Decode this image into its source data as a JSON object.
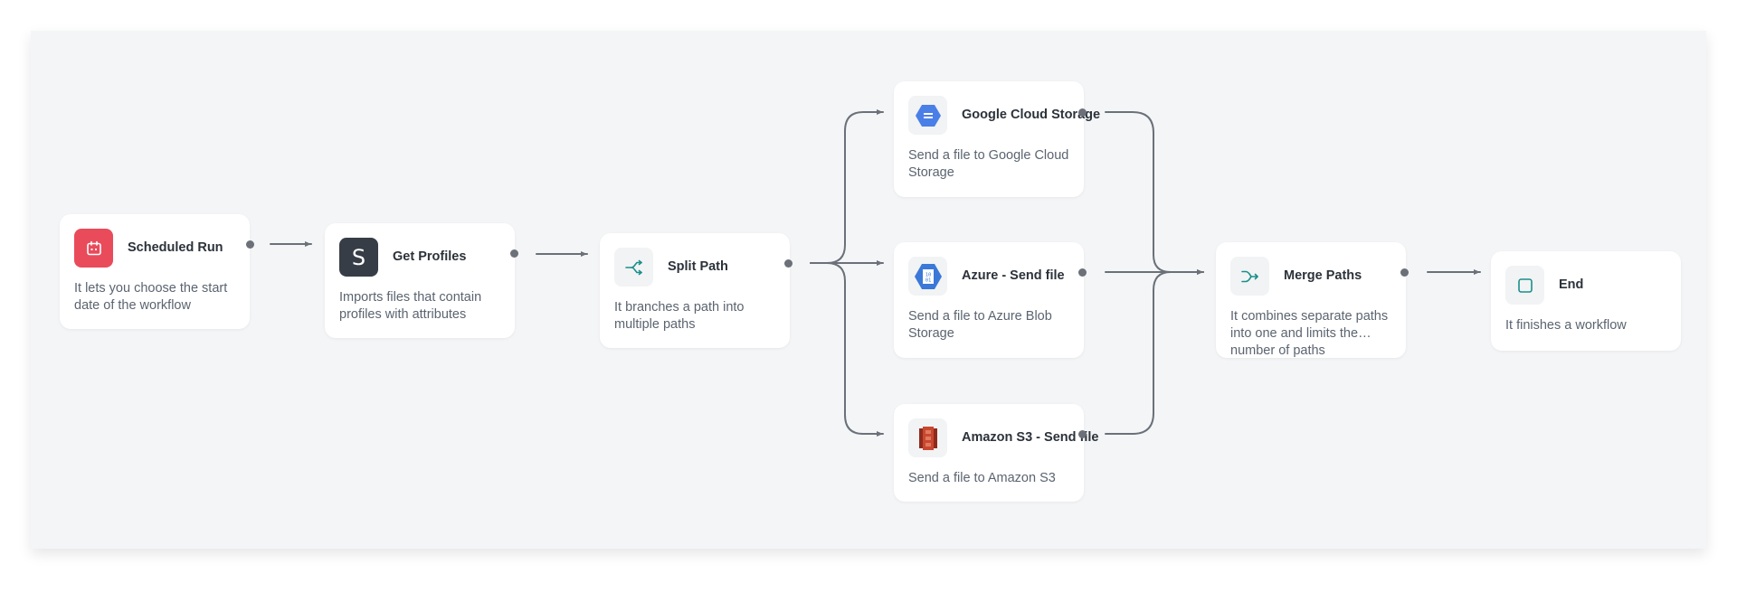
{
  "nodes": {
    "scheduled_run": {
      "title": "Scheduled Run",
      "description": "It lets you choose the start date of the workflow",
      "icon": "calendar-icon",
      "icon_bg": "#e94b5b"
    },
    "get_profiles": {
      "title": "Get Profiles",
      "description": "Imports files that contain profiles with attributes",
      "icon": "letter-s-icon",
      "icon_glyph": "S",
      "icon_bg": "#373d46"
    },
    "split_path": {
      "title": "Split Path",
      "description": "It branches a path into multiple paths",
      "icon": "split-icon",
      "accent": "#1b8f8a"
    },
    "google_cloud": {
      "title": "Google Cloud Storage",
      "description": "Send a file to Google Cloud Storage",
      "icon": "google-cloud-storage-icon",
      "brand": "#4a7fe8"
    },
    "azure": {
      "title": "Azure - Send file",
      "description": "Send a file to Azure Blob Storage",
      "icon": "azure-blob-icon",
      "brand": "#3b78d8"
    },
    "amazon_s3": {
      "title": "Amazon S3 - Send file",
      "description": "Send a file to Amazon S3",
      "icon": "amazon-s3-icon",
      "brand": "#c9472f"
    },
    "merge_paths": {
      "title": "Merge Paths",
      "description": "It combines separate paths into one and limits the number of paths",
      "icon": "merge-icon",
      "accent": "#1b8f8a"
    },
    "end": {
      "title": "End",
      "description": "It finishes a workflow",
      "icon": "stop-square-icon",
      "accent": "#1b8f8a"
    }
  },
  "colors": {
    "canvas_bg": "#f4f5f7",
    "link": "#6b7079",
    "card": "#ffffff",
    "icon_tile": "#f1f3f4"
  }
}
